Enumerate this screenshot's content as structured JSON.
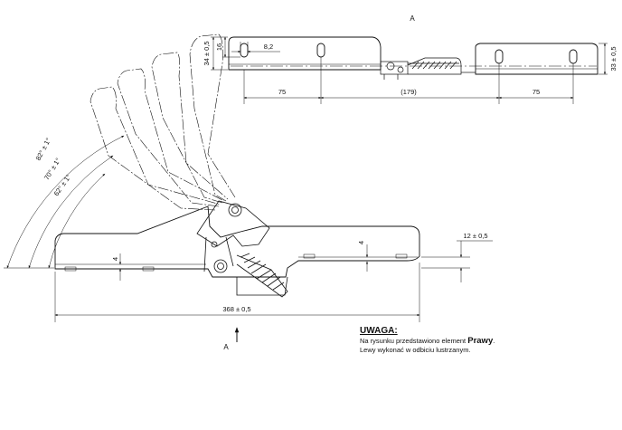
{
  "view_labels": {
    "top": "A",
    "bottom": "A"
  },
  "top_view": {
    "height_left": "34 ± 0,5",
    "slot_offset": "16",
    "slot_width": "8,2",
    "height_right": "33 ± 0,5",
    "spacing_left": "75",
    "spacing_mid": "(179)",
    "spacing_right": "75"
  },
  "side_view": {
    "angle_max": "82° ± 1°",
    "angle_mid": "70° ± 1°",
    "angle_min": "62° ± 1°",
    "thickness_left": "4",
    "thickness_right": "4",
    "offset_right": "12 ± 0,5",
    "overall_length": "368 ± 0,5"
  },
  "note": {
    "title": "UWAGA:",
    "line1_before": "Na rysunku przedstawiono element ",
    "line1_strong": "Prawy",
    "line1_after": ".",
    "line2": "Lewy wykonać w odbiciu lustrzanym."
  }
}
